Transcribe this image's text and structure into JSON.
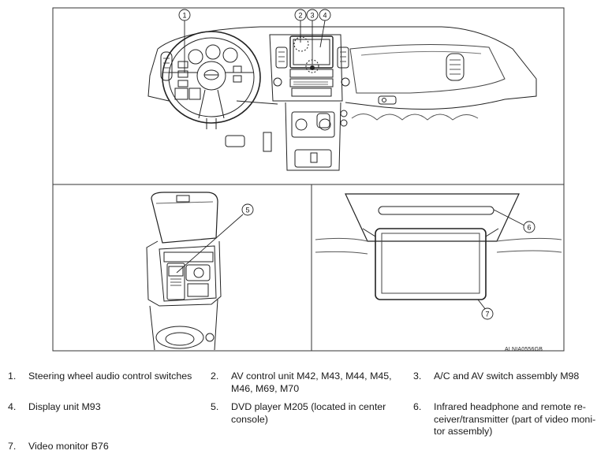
{
  "figure": {
    "callouts": [
      "1",
      "2",
      "3",
      "4",
      "5",
      "6",
      "7"
    ],
    "code": "ALNIA0556GB"
  },
  "legend": [
    {
      "num": "1.",
      "text": "Steering wheel audio control switches"
    },
    {
      "num": "2.",
      "text": "AV control unit M42, M43, M44, M45, M46, M69, M70"
    },
    {
      "num": "3.",
      "text": "A/C and AV switch assembly M98"
    },
    {
      "num": "4.",
      "text": "Display unit M93"
    },
    {
      "num": "5.",
      "text": "DVD player M205 (located in center console)"
    },
    {
      "num": "6.",
      "text": "Infrared headphone and remote re- ceiver/transmitter (part of video moni- tor assembly)"
    },
    {
      "num": "7.",
      "text": "Video monitor B76"
    }
  ]
}
